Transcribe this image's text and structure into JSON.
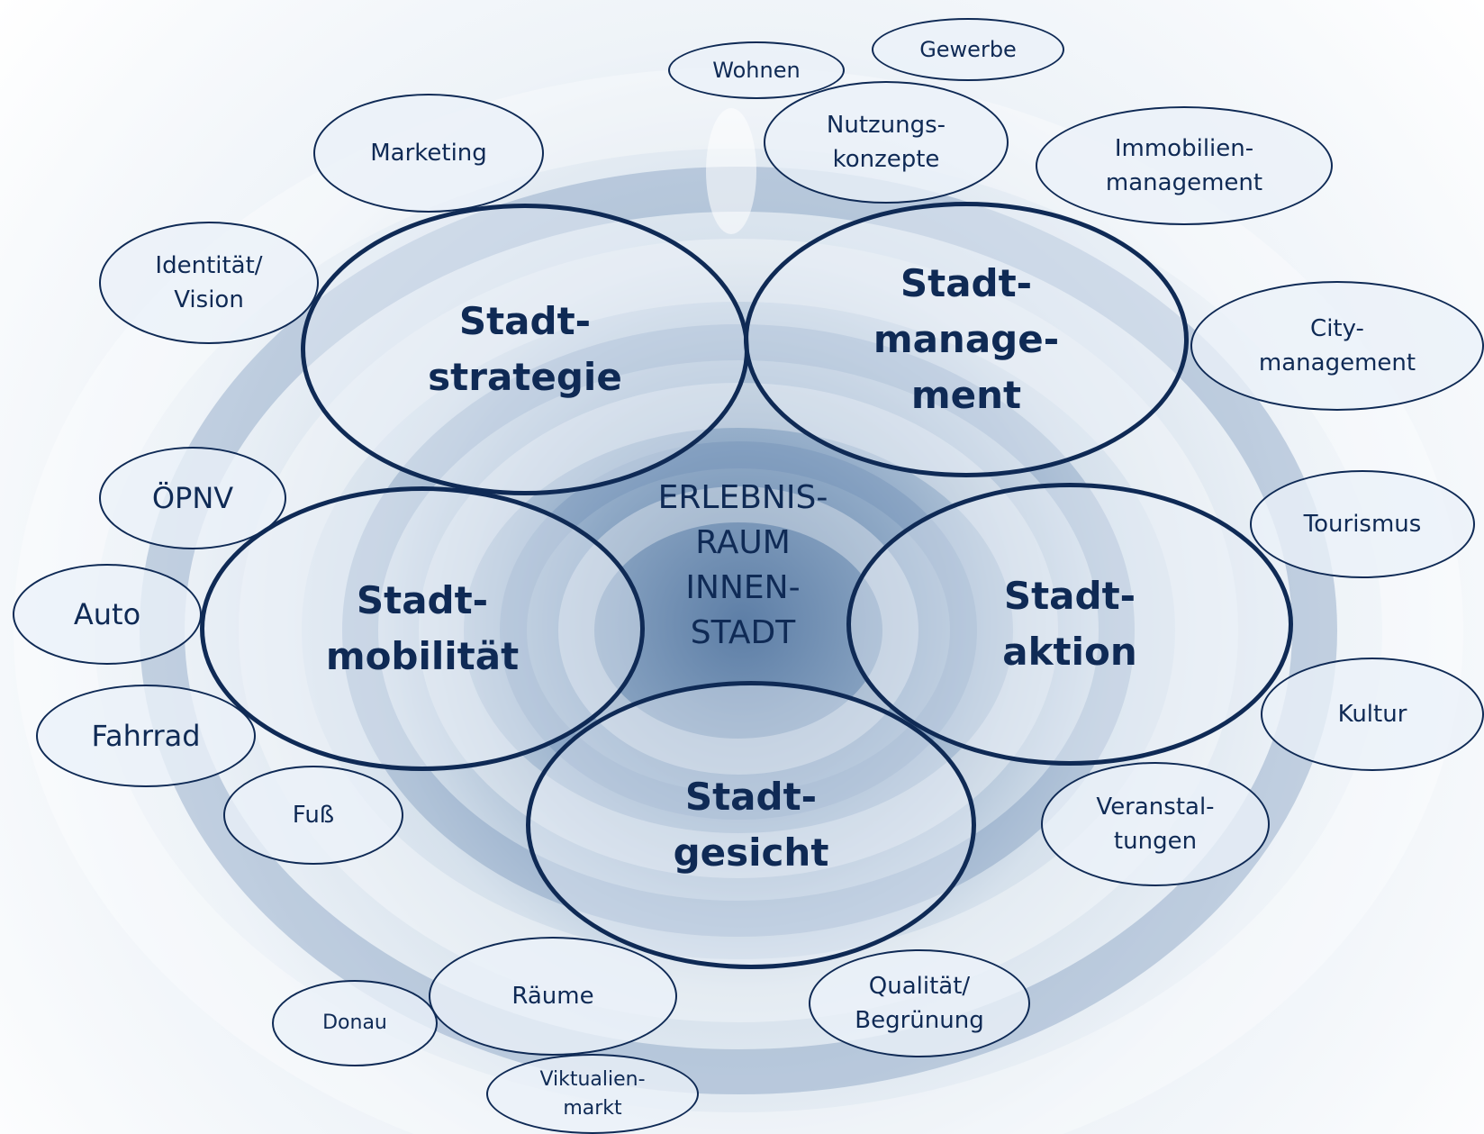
{
  "center": "ERLEBNIS-\nRAUM\nINNEN-\nSTADT",
  "pillars": {
    "strategie": "Stadt-\nstrategie",
    "management": "Stadt-\nmanage-\nment",
    "mobilitaet": "Stadt-\nmobilität",
    "aktion": "Stadt-\naktion",
    "gesicht": "Stadt-\ngesicht"
  },
  "topics": {
    "wohnen": "Wohnen",
    "gewerbe": "Gewerbe",
    "marketing": "Marketing",
    "nutzungskonzepte": "Nutzungs-\nkonzepte",
    "immobilienmanagement": "Immobilien-\nmanagement",
    "identitaet_vision": "Identität/\nVision",
    "citymanagement": "City-\nmanagement",
    "oepnv": "ÖPNV",
    "tourismus": "Tourismus",
    "auto": "Auto",
    "kultur": "Kultur",
    "fahrrad": "Fahrrad",
    "fuss": "Fuß",
    "veranstaltungen": "Veranstal-\ntungen",
    "raeume": "Räume",
    "qualitaet_begruenung": "Qualität/\nBegrünung",
    "donau": "Donau",
    "viktualienmarkt": "Viktualien-\nmarkt"
  }
}
